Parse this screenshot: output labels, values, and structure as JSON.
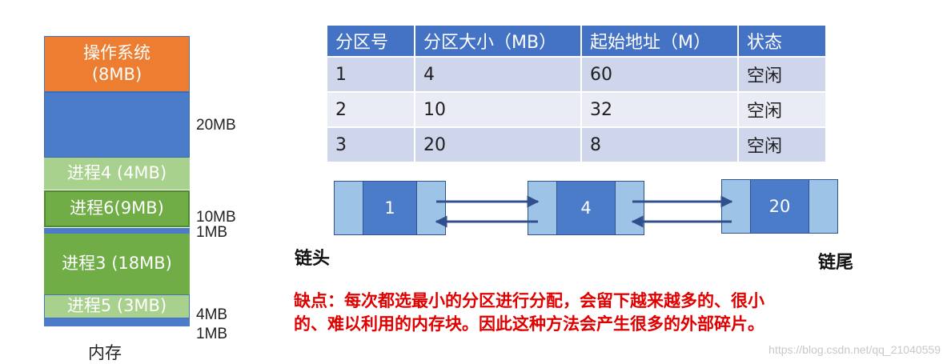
{
  "memory": {
    "os_label": "操作系统",
    "os_size": "(8MB)",
    "process4": "进程4 (4MB)",
    "process6": "进程6(9MB)",
    "process3": "进程3 (18MB)",
    "process5": "进程5 (3MB)",
    "free_labels": [
      "20MB",
      "10MB",
      "1MB",
      "4MB",
      "1MB"
    ],
    "caption": "内存"
  },
  "table": {
    "headers": [
      "分区号",
      "分区大小（MB）",
      "起始地址（M）",
      "状态"
    ],
    "rows": [
      [
        "1",
        "4",
        "60",
        "空闲"
      ],
      [
        "2",
        "10",
        "32",
        "空闲"
      ],
      [
        "3",
        "20",
        "8",
        "空闲"
      ]
    ]
  },
  "list": {
    "nodes": [
      "1",
      "4",
      "20"
    ],
    "head_label": "链头",
    "tail_label": "链尾"
  },
  "note": {
    "line1": "缺点：每次都选最小的分区进行分配，会留下越来越多的、很小",
    "line2": "的、难以利用的内存块。因此这种方法会产生很多的外部碎片。"
  },
  "watermark": "https://blog.csdn.net/qq_21040559",
  "colors": {
    "os": "#ed7d31",
    "free": "#4a7cc9",
    "process_light": "#a9d18e",
    "process_dark": "#70ad47",
    "table_header": "#4472c4",
    "note": "#e00000"
  }
}
